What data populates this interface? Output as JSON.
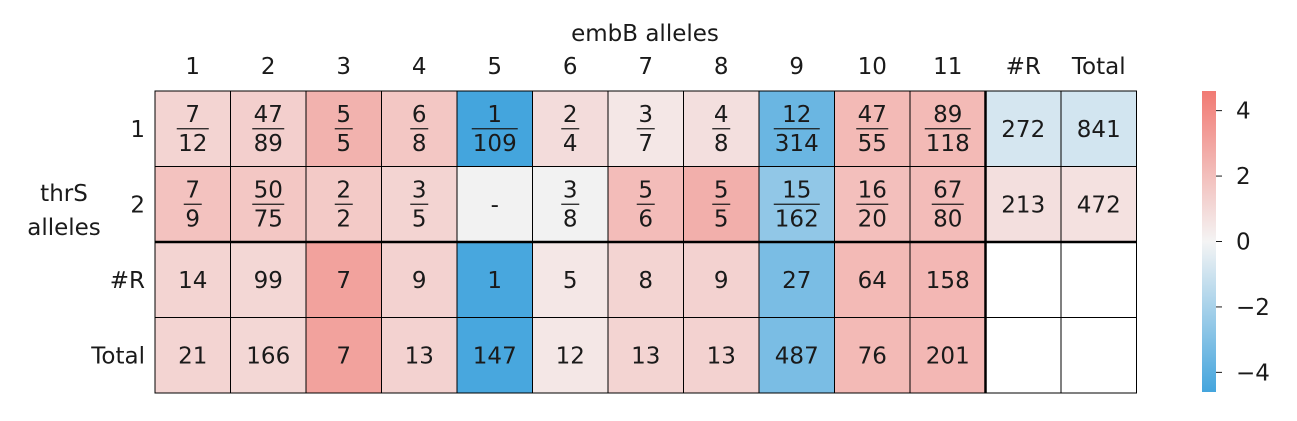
{
  "chart_data": {
    "type": "heatmap",
    "title": "embB alleles",
    "ylabel": [
      "thrS",
      "alleles"
    ],
    "col_labels": [
      "1",
      "2",
      "3",
      "4",
      "5",
      "6",
      "7",
      "8",
      "9",
      "10",
      "11",
      "#R",
      "Total"
    ],
    "row_labels": [
      "1",
      "2",
      "#R",
      "Total"
    ],
    "cells": [
      [
        {
          "num": 7,
          "den": 12,
          "v": 1.2
        },
        {
          "num": 47,
          "den": 89,
          "v": 1.4
        },
        {
          "num": 5,
          "den": 5,
          "v": 2.5
        },
        {
          "num": 6,
          "den": 8,
          "v": 1.7
        },
        {
          "num": 1,
          "den": 109,
          "v": -4.6
        },
        {
          "num": 2,
          "den": 4,
          "v": 0.9
        },
        {
          "num": 3,
          "den": 7,
          "v": 0.5
        },
        {
          "num": 4,
          "den": 8,
          "v": 0.8
        },
        {
          "num": 12,
          "den": 314,
          "v": -3.6
        },
        {
          "num": 47,
          "den": 55,
          "v": 2.2
        },
        {
          "num": 89,
          "den": 118,
          "v": 2.2
        },
        {
          "text": "272",
          "v": -0.8
        },
        {
          "text": "841",
          "v": -0.9
        }
      ],
      [
        {
          "num": 7,
          "den": 9,
          "v": 1.9
        },
        {
          "num": 50,
          "den": 75,
          "v": 1.7
        },
        {
          "num": 2,
          "den": 2,
          "v": 1.6
        },
        {
          "num": 3,
          "den": 5,
          "v": 1.2
        },
        {
          "text": "-",
          "v": null
        },
        {
          "num": 3,
          "den": 8,
          "v": null
        },
        {
          "num": 5,
          "den": 6,
          "v": 2.1
        },
        {
          "num": 5,
          "den": 5,
          "v": 2.6
        },
        {
          "num": 15,
          "den": 162,
          "v": -2.6
        },
        {
          "num": 16,
          "den": 20,
          "v": 2.0
        },
        {
          "num": 67,
          "den": 80,
          "v": 2.1
        },
        {
          "text": "213",
          "v": 0.8
        },
        {
          "text": "472",
          "v": 0.7
        }
      ],
      [
        {
          "text": "14",
          "v": 1.2
        },
        {
          "text": "99",
          "v": 1.1
        },
        {
          "text": "7",
          "v": 3.1
        },
        {
          "text": "9",
          "v": 1.3
        },
        {
          "text": "1",
          "v": -4.5
        },
        {
          "text": "5",
          "v": 0.5
        },
        {
          "text": "8",
          "v": 1.2
        },
        {
          "text": "9",
          "v": 1.3
        },
        {
          "text": "27",
          "v": -3.2
        },
        {
          "text": "64",
          "v": 2.2
        },
        {
          "text": "158",
          "v": 2.3
        },
        {
          "text": "",
          "v": null
        },
        {
          "text": "",
          "v": null
        }
      ],
      [
        {
          "text": "21",
          "v": 1.2
        },
        {
          "text": "166",
          "v": 1.1
        },
        {
          "text": "7",
          "v": 3.1
        },
        {
          "text": "13",
          "v": 1.3
        },
        {
          "text": "147",
          "v": -4.5
        },
        {
          "text": "12",
          "v": 0.5
        },
        {
          "text": "13",
          "v": 1.2
        },
        {
          "text": "13",
          "v": 1.3
        },
        {
          "text": "487",
          "v": -3.2
        },
        {
          "text": "76",
          "v": 2.2
        },
        {
          "text": "201",
          "v": 2.3
        },
        {
          "text": "",
          "v": null
        },
        {
          "text": "",
          "v": null
        }
      ]
    ],
    "colorbar": {
      "ticks": [
        4,
        2,
        0,
        -2,
        -4
      ],
      "min": -4.6,
      "max": 4.6,
      "low_color": "#44a5dd",
      "mid_color": "#f4f4f4",
      "high_color": "#f17a73"
    },
    "missing_color": "#f2f2f2",
    "empty_color": "#ffffff"
  }
}
